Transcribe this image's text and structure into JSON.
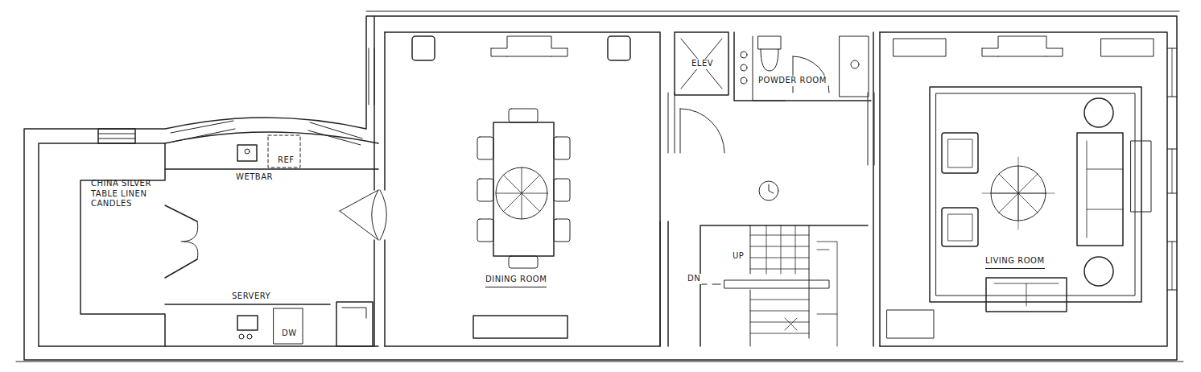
{
  "diagram": {
    "labels": [
      "CHINA SILVER TABLE LINEN CANDLES",
      "REF",
      "WETBAR",
      "SERVERY",
      "DW",
      "DINING ROOM",
      "ELEV",
      "POWDER ROOM",
      "UP",
      "DN",
      "LIVING ROOM"
    ]
  }
}
